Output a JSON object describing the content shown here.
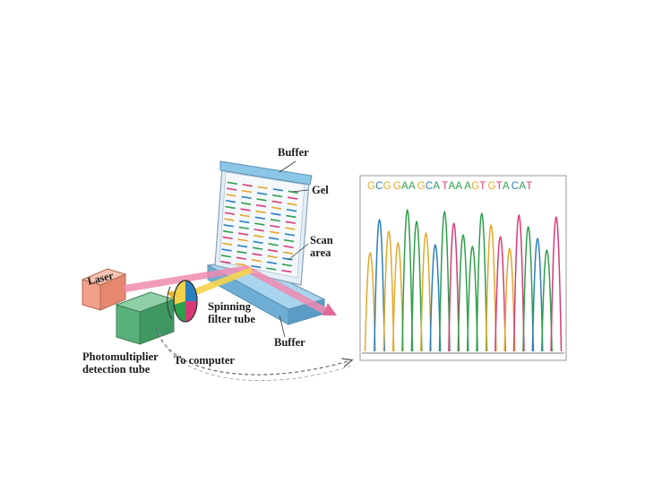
{
  "labels": {
    "buffer_top": "Buffer",
    "gel": "Gel",
    "scan_area_1": "Scan",
    "scan_area_2": "area",
    "laser": "Laser",
    "spinning_1": "Spinning",
    "spinning_2": "filter tube",
    "buffer_bottom": "Buffer",
    "photomultiplier_1": "Photomultiplier",
    "photomultiplier_2": "detection tube",
    "to_computer": "To computer"
  },
  "sequence": {
    "text": "GCGGAAGCATAAAGTGTACAT",
    "base_colors": {
      "A": "#2e9f4a",
      "C": "#2a7fc0",
      "G": "#e3a82a",
      "T": "#d83a78"
    }
  },
  "colors": {
    "gel_plate": "#cfe0ee",
    "buffer_tray": "#8cc6e6",
    "laser_box": "#f2a08a",
    "detector_box": "#58b07a",
    "beam_pink": "#f08bb0",
    "beam_yellow": "#f5d34a"
  }
}
